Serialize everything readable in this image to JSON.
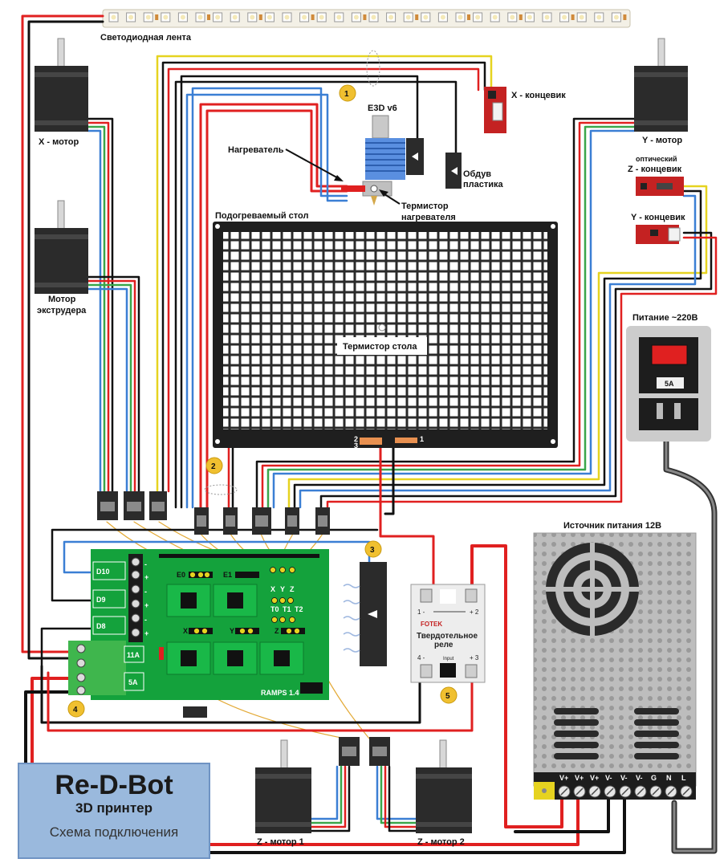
{
  "labels": {
    "led_strip": "Светодиодная лента",
    "x_motor": "X - мотор",
    "extruder_motor_1": "Мотор",
    "extruder_motor_2": "экструдера",
    "hotend": "E3D v6",
    "heater": "Нагреватель",
    "heater_thermistor_1": "Термистор",
    "heater_thermistor_2": "нагревателя",
    "fan_1": "Обдув",
    "fan_2": "пластика",
    "x_endstop": "X - концевик",
    "y_motor": "Y - мотор",
    "z_endstop_1": "оптический",
    "z_endstop_2": "Z - концевик",
    "y_endstop": "Y - концевик",
    "heated_bed": "Подогреваемый стол",
    "bed_thermistor": "Термистор стола",
    "mains": "Питание ~220В",
    "fuse": "5A",
    "psu": "Источник питания 12В",
    "ssr_1": "Твердотельное",
    "ssr_2": "реле",
    "ssr_brand": "FOTEK",
    "ssr_t1": "1 -",
    "ssr_t2": "+ 2",
    "ssr_t4": "4 -",
    "ssr_input": "Input",
    "ssr_t3": "+ 3",
    "z_motor_1": "Z - мотор 1",
    "z_motor_2": "Z - мотор 2",
    "bed_pin_2": "2",
    "bed_pin_3": "3",
    "bed_pin_1": "1"
  },
  "ramps": {
    "name": "RAMPS 1.4",
    "d10": "D10",
    "d9": "D9",
    "d8": "D8",
    "a11": "11A",
    "a5": "5A",
    "e0": "E0",
    "e1": "E1",
    "x": "X",
    "y": "Y",
    "z": "Z",
    "ax": "X",
    "ay": "Y",
    "az": "Z",
    "t0": "T0",
    "t1": "T1",
    "t2": "T2",
    "plus": "+",
    "minus": "-"
  },
  "psu_terminals": [
    "V+",
    "V+",
    "V+",
    "V-",
    "V-",
    "V-",
    "G",
    "N",
    "L"
  ],
  "markers": [
    "1",
    "2",
    "3",
    "4",
    "5"
  ],
  "title": {
    "brand": "Re-D-Bot",
    "subtitle": "3D принтер",
    "caption": "Схема подключения"
  }
}
